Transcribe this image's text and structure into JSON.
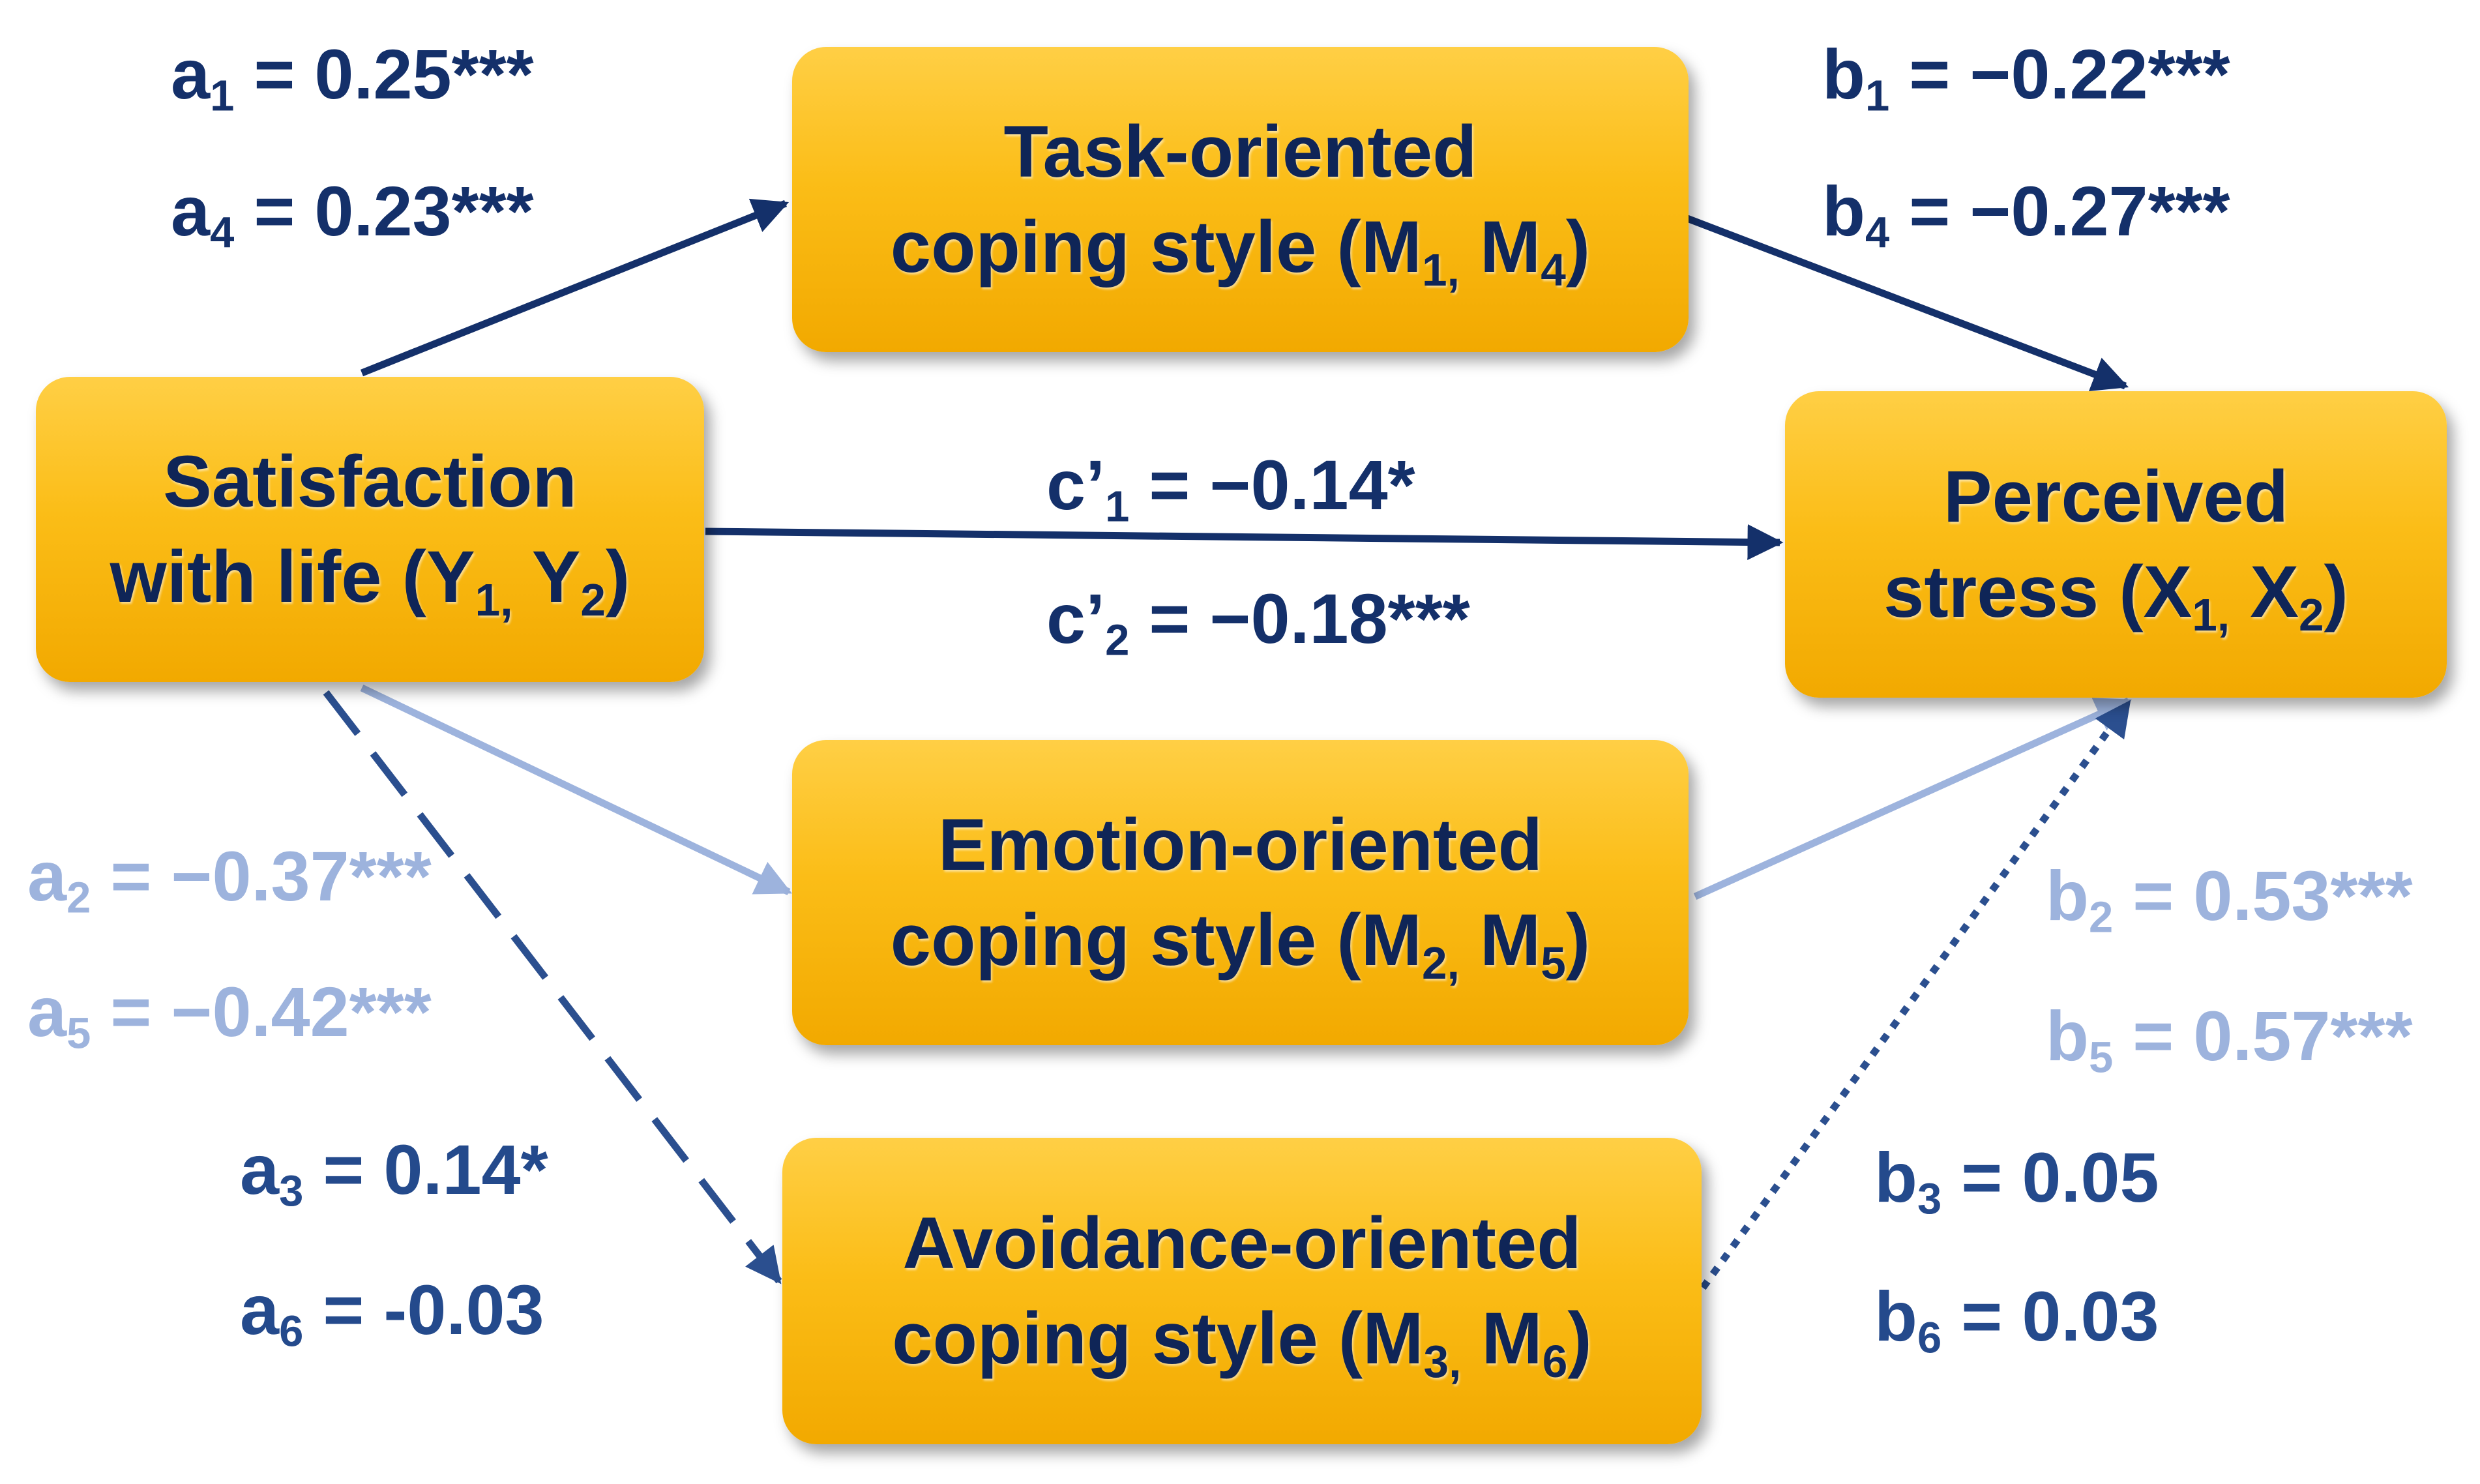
{
  "nodes": {
    "task": {
      "line1": "Task-oriented",
      "line2_prefix": "coping style (M",
      "sub_a": "1,",
      "mid": " M",
      "sub_b": "4",
      "suffix": ")"
    },
    "satisfaction": {
      "line1": "Satisfaction",
      "line2_prefix": "with life (Y",
      "sub_a": "1,",
      "mid": " Y",
      "sub_b": "2",
      "suffix": ")"
    },
    "stress": {
      "line1": "Perceived",
      "line2_prefix": "stress (X",
      "sub_a": "1,",
      "mid": " X",
      "sub_b": "2",
      "suffix": ")"
    },
    "emotion": {
      "line1": "Emotion-oriented",
      "line2_prefix": "coping style (M",
      "sub_a": "2,",
      "mid": " M",
      "sub_b": "5",
      "suffix": ")"
    },
    "avoidance": {
      "line1": "Avoidance-oriented",
      "line2_prefix": "coping style (M",
      "sub_a": "3,",
      "mid": " M",
      "sub_b": "6",
      "suffix": ")"
    }
  },
  "coefficients": {
    "a1": {
      "sym": "a",
      "sub": "1",
      "val": " = 0.25***"
    },
    "a4": {
      "sym": "a",
      "sub": "4",
      "val": " = 0.23***"
    },
    "b1": {
      "sym": "b",
      "sub": "1",
      "val": " = −0.22***"
    },
    "b4": {
      "sym": "b",
      "sub": "4",
      "val": " = −0.27***"
    },
    "c1": {
      "sym": "c’",
      "sub": "1",
      "val": " = −0.14*"
    },
    "c2": {
      "sym": "c’",
      "sub": "2",
      "val": " = −0.18***"
    },
    "a2": {
      "sym": "a",
      "sub": "2",
      "val": " = −0.37***"
    },
    "a5": {
      "sym": "a",
      "sub": "5",
      "val": " = −0.42***"
    },
    "b2": {
      "sym": "b",
      "sub": "2",
      "val": " = 0.53***"
    },
    "b5": {
      "sym": "b",
      "sub": "5",
      "val": " = 0.57***"
    },
    "a3": {
      "sym": "a",
      "sub": "3",
      "val": " = 0.14*"
    },
    "a6": {
      "sym": "a",
      "sub": "6",
      "val": " = -0.03"
    },
    "b3": {
      "sym": "b",
      "sub": "3",
      "val": " = 0.05"
    },
    "b6": {
      "sym": "b",
      "sub": "6",
      "val": " = 0.03"
    }
  },
  "colors": {
    "node_fill": "#fbbd17",
    "text_dark": "#14306a",
    "text_light": "#9db3dd",
    "text_mid": "#244a8c",
    "arrow_dark": "#14306a",
    "arrow_light": "#9db3dd",
    "arrow_mid": "#2b4f8f"
  },
  "edges": [
    {
      "from": "satisfaction",
      "to": "task",
      "style": "solid",
      "color": "dark"
    },
    {
      "from": "task",
      "to": "stress",
      "style": "solid",
      "color": "dark"
    },
    {
      "from": "satisfaction",
      "to": "stress",
      "style": "solid",
      "color": "dark"
    },
    {
      "from": "satisfaction",
      "to": "emotion",
      "style": "solid",
      "color": "light"
    },
    {
      "from": "emotion",
      "to": "stress",
      "style": "solid",
      "color": "light"
    },
    {
      "from": "satisfaction",
      "to": "avoidance",
      "style": "dashed",
      "color": "mid"
    },
    {
      "from": "avoidance",
      "to": "stress",
      "style": "dotted",
      "color": "mid"
    }
  ]
}
